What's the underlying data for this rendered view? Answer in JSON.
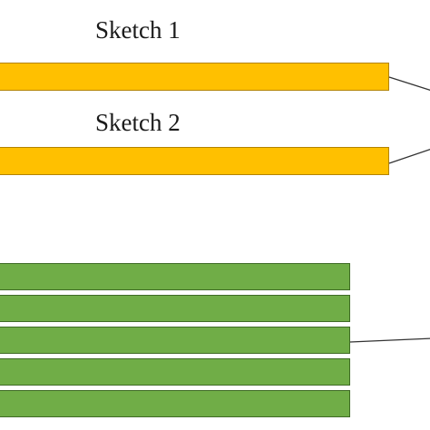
{
  "sketches": [
    {
      "label": "Sketch 1"
    },
    {
      "label": "Sketch 2"
    }
  ],
  "colors": {
    "sketch_fill": "#ffc000",
    "sketch_border": "#b38300",
    "table_fill": "#70ad47",
    "table_border": "#3f6b26",
    "connector": "#333333"
  },
  "table": {
    "row_count": 5
  }
}
